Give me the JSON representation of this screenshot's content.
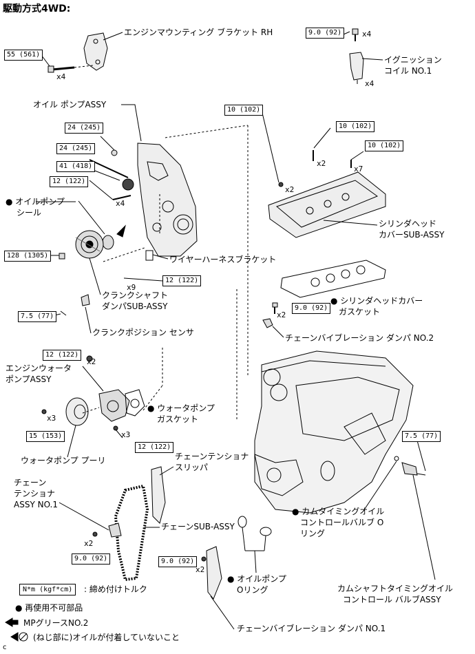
{
  "title": "駆動方式4WD:",
  "labels": {
    "mount_bracket": "エンジンマウンティング ブラケット RH",
    "ignition_coil_1": "イグニッション",
    "ignition_coil_2": "コイル NO.1",
    "oil_pump_assy": "オイル ポンプASSY",
    "oil_pump_seal_1": "● オイルポンプ",
    "oil_pump_seal_2": "シール",
    "head_cover_1": "シリンダヘッド",
    "head_cover_2": "カバーSUB-ASSY",
    "wire_bracket": "ワイヤーハーネスブラケット",
    "crank_damper_1": "クランクシャフト",
    "crank_damper_2": "ダンパSUB-ASSY",
    "head_gasket_1": "● シリンダヘッドカバー",
    "head_gasket_2": "ガスケット",
    "crank_sensor": "クランクポジション センサ",
    "chain_damper_2": "チェーンバイブレーション ダンパ NO.2",
    "water_pump_1": "エンジンウォータ",
    "water_pump_2": "ポンプASSY",
    "wp_gasket_1": "● ウォータポンプ",
    "wp_gasket_2": "ガスケット",
    "wp_pulley": "ウォータポンプ プーリ",
    "tension_slipper_1": "チェーンテンショナ",
    "tension_slipper_2": "スリッパ",
    "tensioner_1": "チェーン",
    "tensioner_2": "テンショナ",
    "tensioner_3": "ASSY NO.1",
    "chain_sub": "チェーンSUB-ASSY",
    "cam_oring_1": "● カムタイミングオイル",
    "cam_oring_2": "コントロールバルブ O",
    "cam_oring_3": "リング",
    "oil_pump_oring_1": "● オイルポンプ",
    "oil_pump_oring_2": "Oリング",
    "cam_valve_1": "カムシャフトタイミングオイル",
    "cam_valve_2": "コントロール バルブASSY",
    "chain_damper_1": "チェーンバイブレーション ダンパ NO.1"
  },
  "torques": {
    "t55": "55 (561)",
    "t9_top": "9.0 (92)",
    "t24a": "24 (245)",
    "t24b": "24 (245)",
    "t41": "41 (418)",
    "t12a": "12 (122)",
    "t10a": "10 (102)",
    "t10b": "10 (102)",
    "t10c": "10 (102)",
    "t128": "128 (1305)",
    "t12b": "12 (122)",
    "t75a": "7.5 (77)",
    "t9_gasket": "9.0 (92)",
    "t12c": "12 (122)",
    "t15": "15 (153)",
    "t12d": "12 (122)",
    "t75b": "7.5 (77)",
    "t9_tens": "9.0 (92)",
    "t9_damp": "9.0 (92)"
  },
  "quantities": {
    "q_bolt55": "x4",
    "q_coilbolt": "x4",
    "q_coil": "x4",
    "q_pump41": "x4",
    "q_cover2a": "x2",
    "q_cover2b": "x2",
    "q_cover7": "x7",
    "q_bracket9": "x9",
    "q_gasket2": "x2",
    "q_wp2": "x2",
    "q_pulley3": "x3",
    "q_wp3": "x3",
    "q_tens2": "x2",
    "q_damp2": "x2"
  },
  "legend": {
    "torque_box": "N*m (kgf*cm)",
    "torque_text": ": 締め付けトルク",
    "no_reuse": "● 再使用不可部品",
    "grease": "MPグリースNO.2",
    "no_oil": "(ねじ部に)オイルが付着していないこと"
  },
  "corner_mark": "c"
}
